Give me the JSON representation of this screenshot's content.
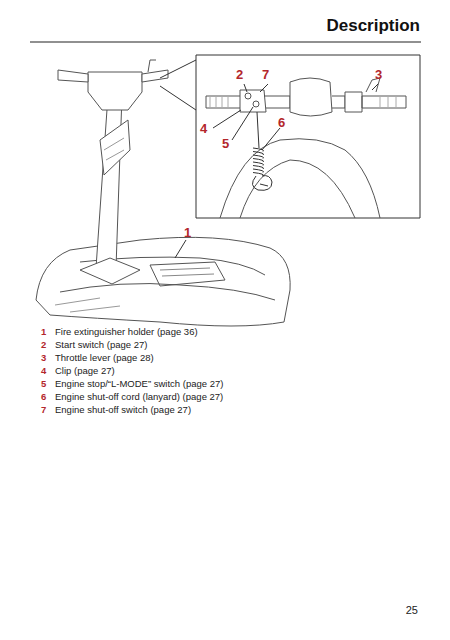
{
  "diagram": {
    "labels": [
      "Description",
      "2",
      "7",
      "3",
      "4",
      "6",
      "5",
      "1",
      "1",
      "Fire extinguisher holder (page 36)",
      "2",
      "Start switch (page 27)",
      "3",
      "Throttle lever (page 28)",
      "4",
      "Clip (page 27)",
      "5",
      "Engine stop/“L-MODE” switch (page 27)",
      "6",
      "Engine shut-off cord (lanyard) (page 27)",
      "7",
      "Engine shut-off switch (page 27)",
      "25"
    ]
  }
}
